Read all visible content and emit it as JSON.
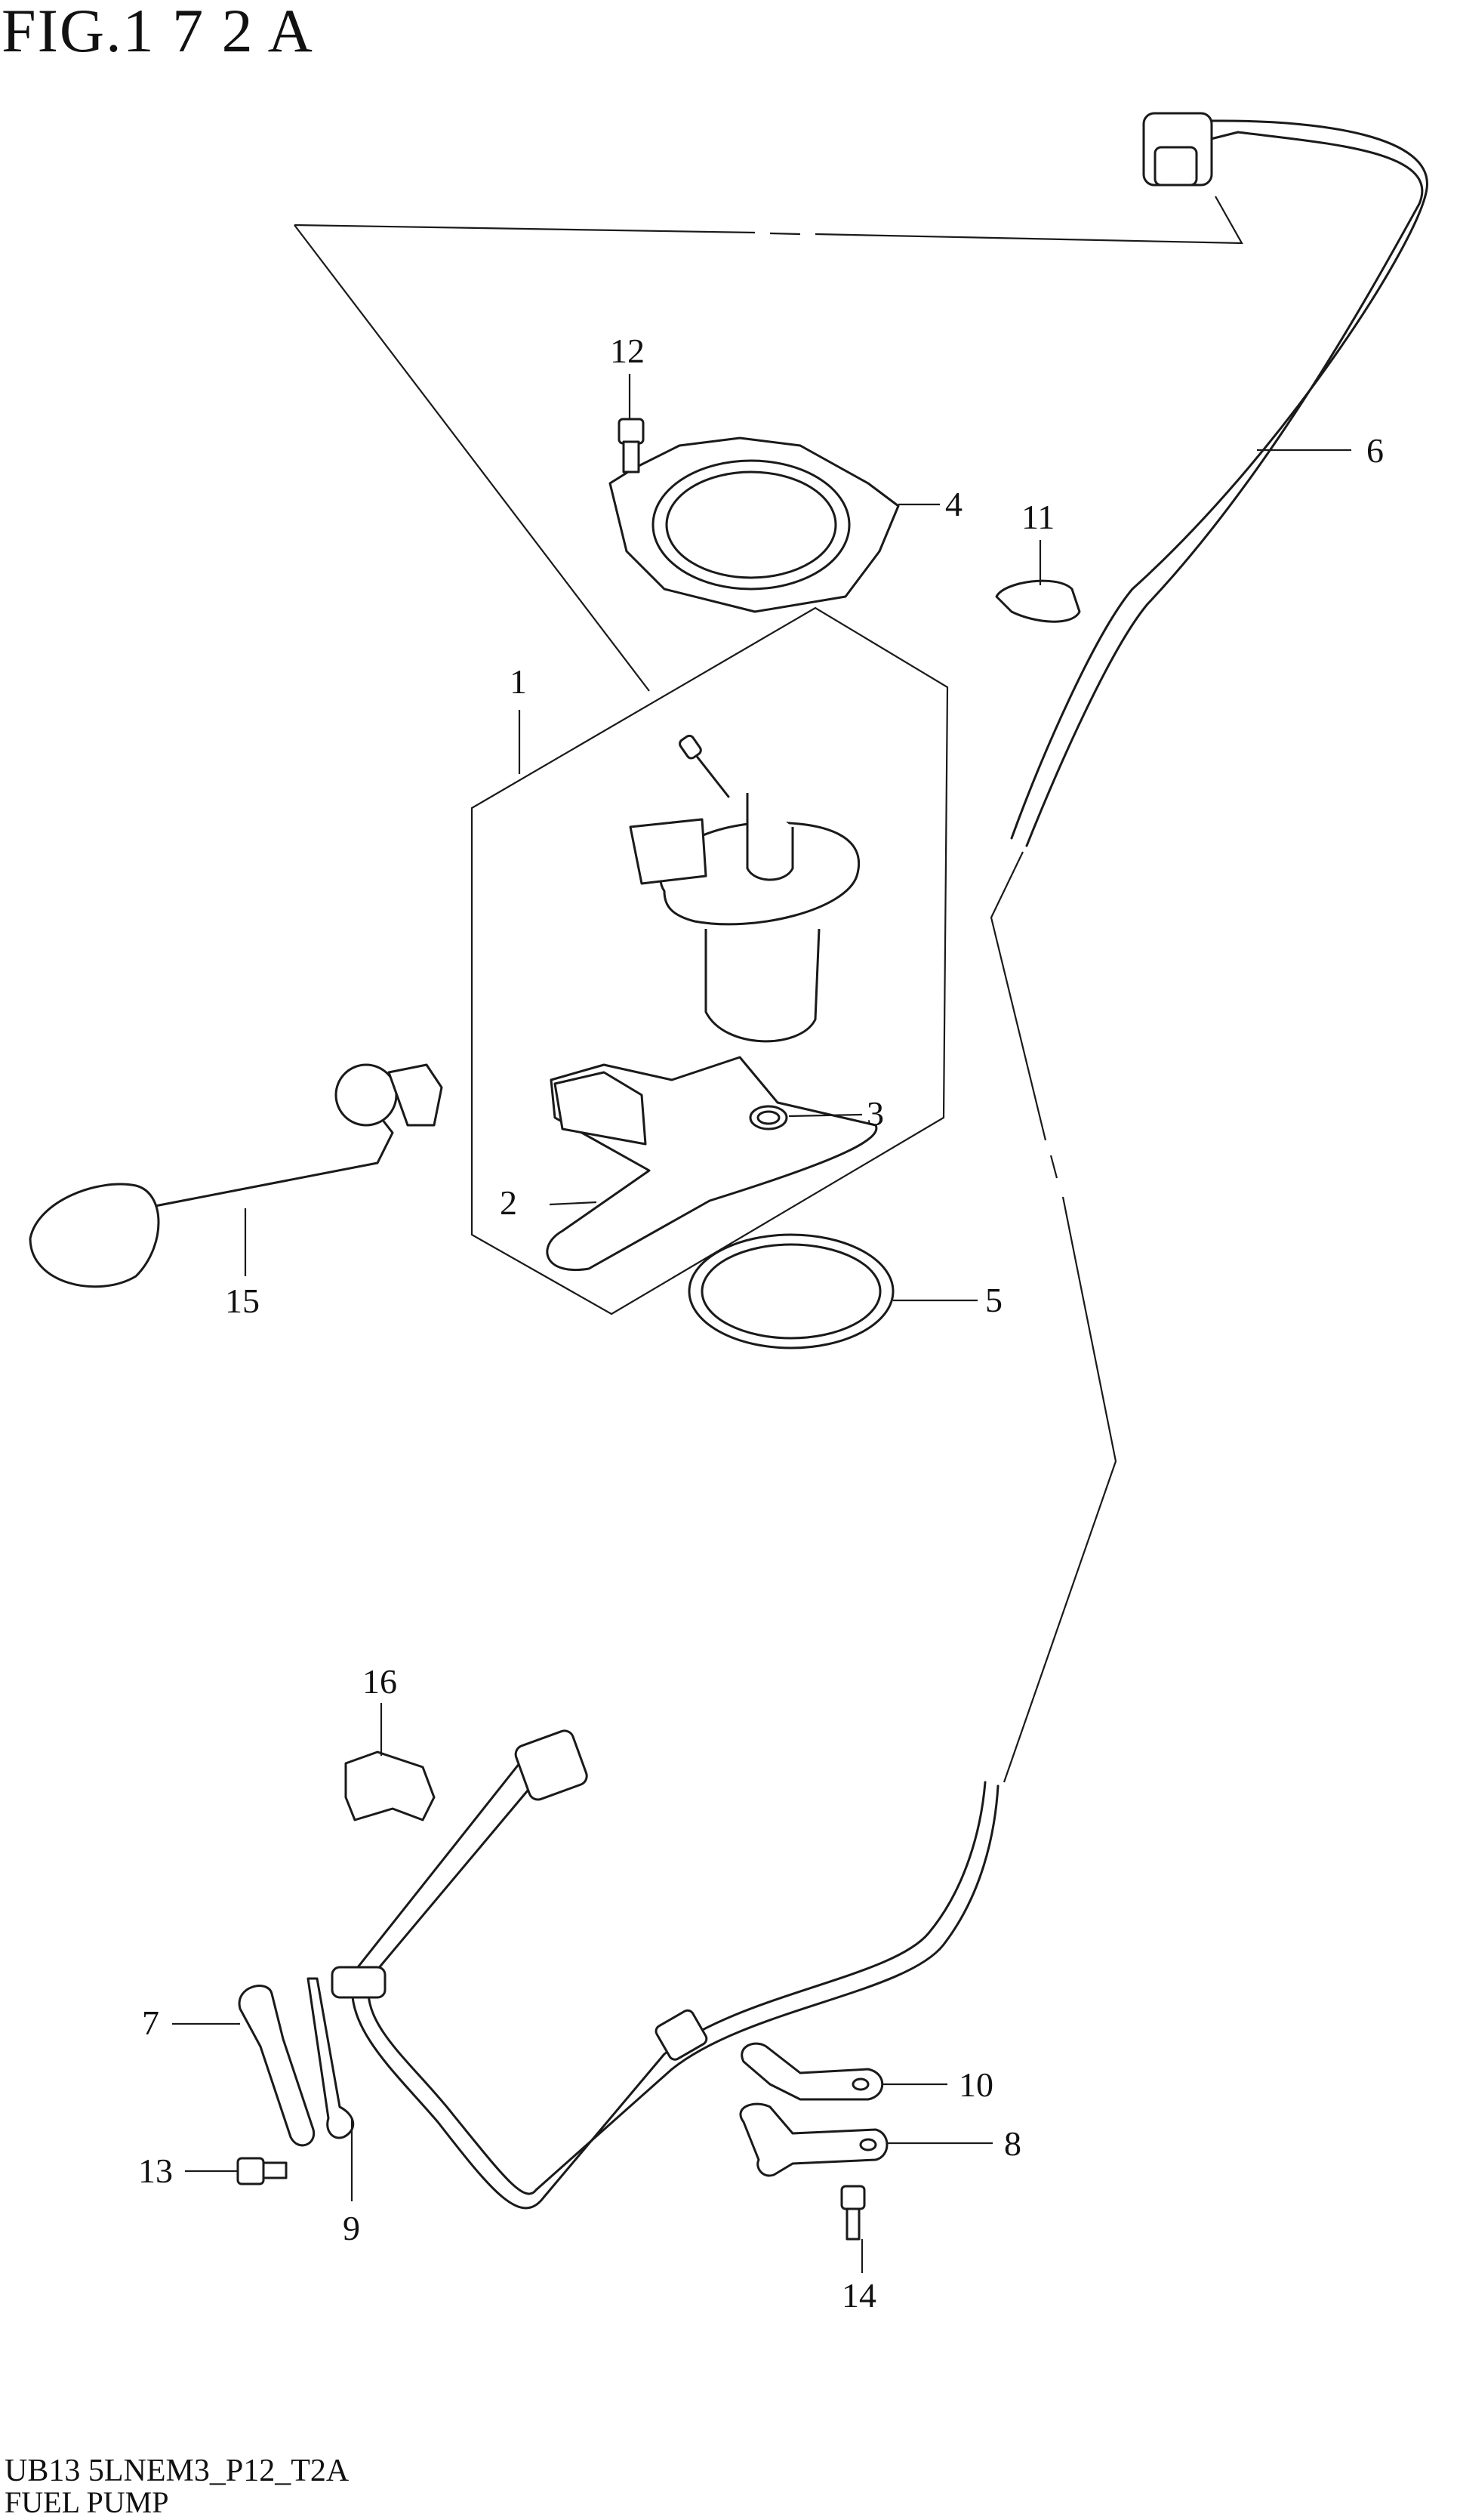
{
  "figure": {
    "title": "FIG.1 7 2 A"
  },
  "footer": {
    "code": "UB13 5LNEM3_P12_T2A",
    "name": "FUEL PUMP"
  },
  "callouts": {
    "c1": "1",
    "c2": "2",
    "c3": "3",
    "c4": "4",
    "c5": "5",
    "c6": "6",
    "c7": "7",
    "c8": "8",
    "c9": "9",
    "c10": "10",
    "c11": "11",
    "c12": "12",
    "c13": "13",
    "c14": "14",
    "c15": "15",
    "c16": "16"
  }
}
